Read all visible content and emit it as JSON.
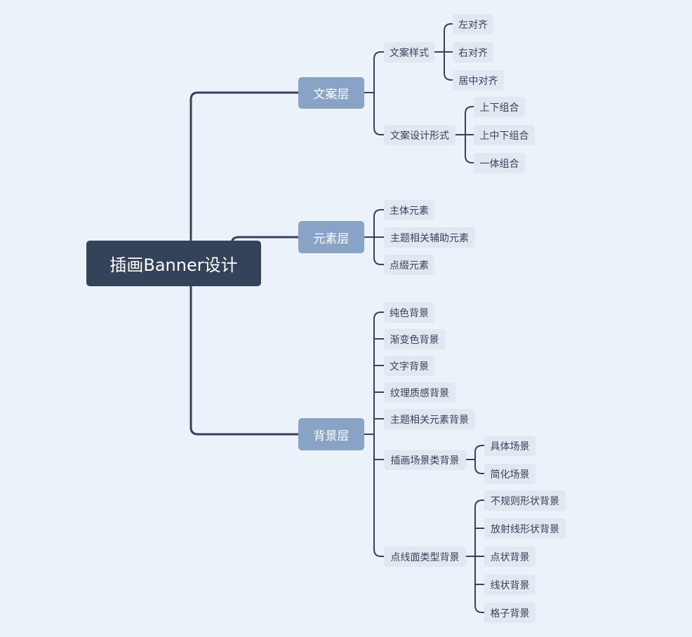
{
  "root": {
    "label": "插画Banner设计"
  },
  "branches": [
    {
      "label": "文案层",
      "children": [
        {
          "label": "文案样式",
          "children": [
            {
              "label": "左对齐"
            },
            {
              "label": "右对齐"
            },
            {
              "label": "居中对齐"
            }
          ]
        },
        {
          "label": "文案设计形式",
          "children": [
            {
              "label": "上下组合"
            },
            {
              "label": "上中下组合"
            },
            {
              "label": "一体组合"
            }
          ]
        }
      ]
    },
    {
      "label": "元素层",
      "children": [
        {
          "label": "主体元素"
        },
        {
          "label": "主题相关辅助元素"
        },
        {
          "label": "点缀元素"
        }
      ]
    },
    {
      "label": "背景层",
      "children": [
        {
          "label": "纯色背景"
        },
        {
          "label": "渐变色背景"
        },
        {
          "label": "文字背景"
        },
        {
          "label": "纹理质感背景"
        },
        {
          "label": "主题相关元素背景"
        },
        {
          "label": "插画场景类背景",
          "children": [
            {
              "label": "具体场景"
            },
            {
              "label": "简化场景"
            }
          ]
        },
        {
          "label": "点线面类型背景",
          "children": [
            {
              "label": "不规则形状背景"
            },
            {
              "label": "放射线形状背景"
            },
            {
              "label": "点状背景"
            },
            {
              "label": "线状背景"
            },
            {
              "label": "格子背景"
            }
          ]
        }
      ]
    }
  ],
  "colors": {
    "background": "#ebf2f9",
    "root_fill": "#34435a",
    "branch_fill": "#89a3c7",
    "leaf_fill": "#e1e8f1",
    "line": "#34435a",
    "text_dark": "#34435a",
    "text_light": "#ffffff"
  }
}
